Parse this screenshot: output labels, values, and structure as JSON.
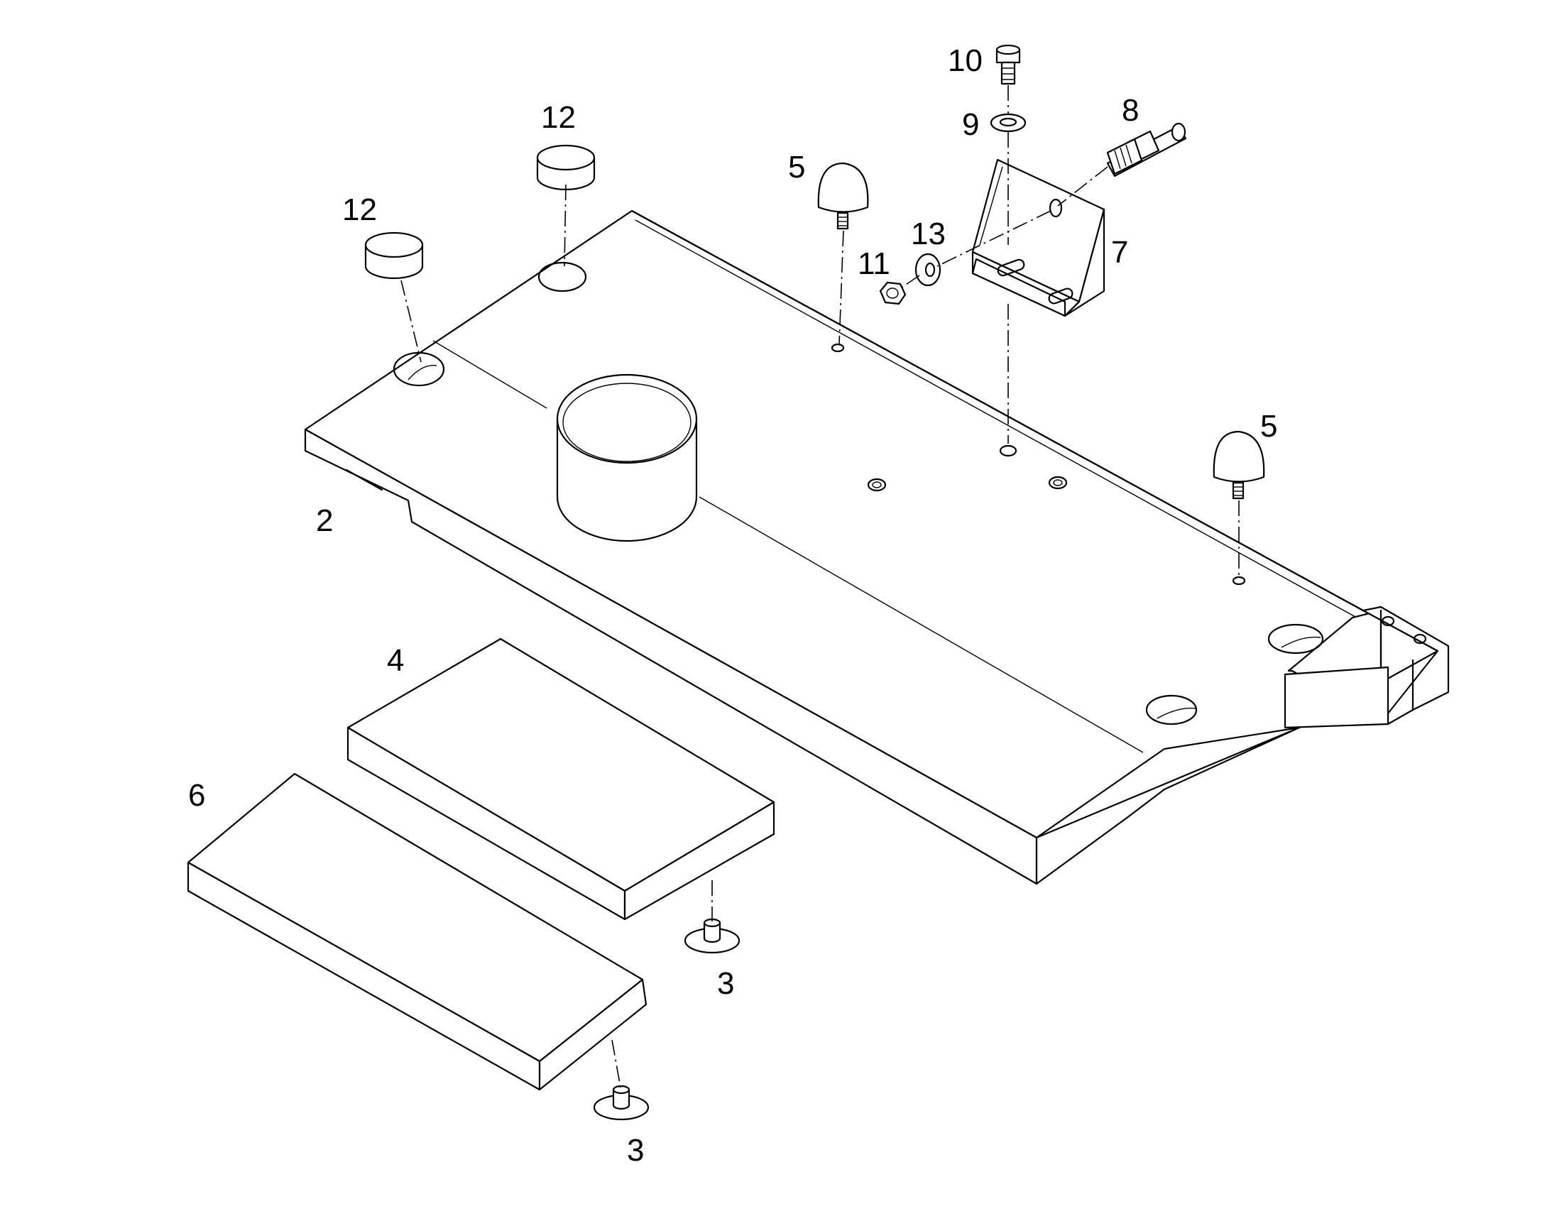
{
  "diagram": {
    "callouts": {
      "c2": "2",
      "c3a": "3",
      "c3b": "3",
      "c4": "4",
      "c5a": "5",
      "c5b": "5",
      "c6": "6",
      "c7": "7",
      "c8": "8",
      "c9": "9",
      "c10": "10",
      "c11": "11",
      "c12a": "12",
      "c12b": "12",
      "c13": "13"
    }
  }
}
